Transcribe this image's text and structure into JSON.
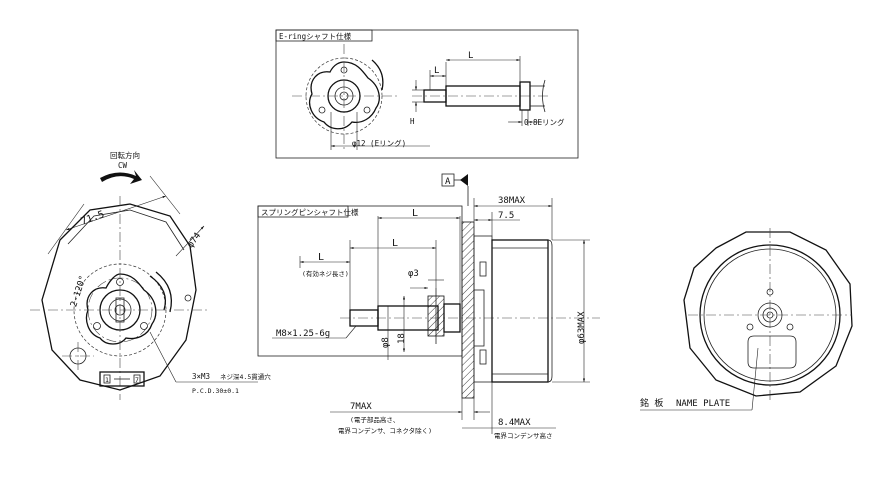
{
  "labels": {
    "eRingTitle": "E-ringシャフト仕様",
    "springPinTitle": "スプリングピンシャフト仕様",
    "eRingL": "L",
    "eRingL2": "L",
    "eRingH": "H",
    "eRingPhi12": "φ12 (Eリング)",
    "eRingThk": "0.8Eリング",
    "rotDirJp": "回転方向",
    "rotDirCw": "CW",
    "dim715": "71.5",
    "dimPhi74": "φ74",
    "dim2x120": "2-120°",
    "tapM3": "3×M3",
    "tapM3Note": "ネジ深4.5貫通穴",
    "pcd": "P.C.D.30±0.1",
    "conn1": "1",
    "conn7": "7",
    "datumA": "A",
    "dim38max": "38MAX",
    "dim75": "7.5",
    "dimLtop": "L",
    "dimLmid": "L",
    "dimLshort": "L",
    "effThread": "(有効ネジ長さ)",
    "phi3": "φ3",
    "thread": "M8×1.25-6g",
    "phi8": "φ8",
    "dim18": "18",
    "phi63": "φ63MAX",
    "dim7max": "7MAX",
    "note7max1": "(電子部品高さ、",
    "note7max2": "電界コンデンサ、コネクタ除く)",
    "dim84max": "8.4MAX",
    "note84max": "電界コンデンサ高さ",
    "namePlateJp": "銘 板",
    "namePlate": "NAME PLATE"
  }
}
